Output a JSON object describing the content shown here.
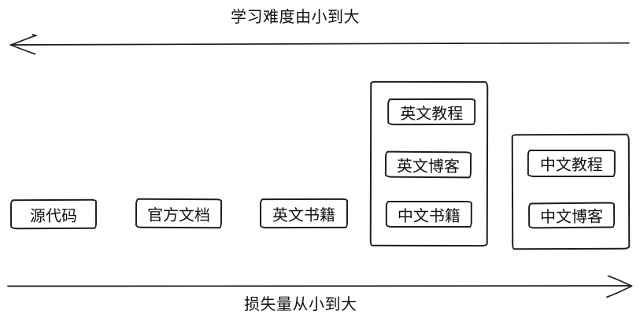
{
  "axes": {
    "top": {
      "label": "学习难度由小到大",
      "direction": "left"
    },
    "bottom": {
      "label": "损失量从小到大",
      "direction": "right"
    }
  },
  "nodes": {
    "source_code": {
      "label": "源代码"
    },
    "official_docs": {
      "label": "官方文档"
    },
    "english_books": {
      "label": "英文书籍"
    },
    "english_tutorials": {
      "label": "英文教程"
    },
    "english_blogs": {
      "label": "英文博客"
    },
    "chinese_books": {
      "label": "中文书籍"
    },
    "chinese_tutorials": {
      "label": "中文教程"
    },
    "chinese_blogs": {
      "label": "中文博客"
    }
  },
  "colors": {
    "stroke": "#1e1e1e",
    "text": "#111111",
    "background": "#ffffff"
  }
}
